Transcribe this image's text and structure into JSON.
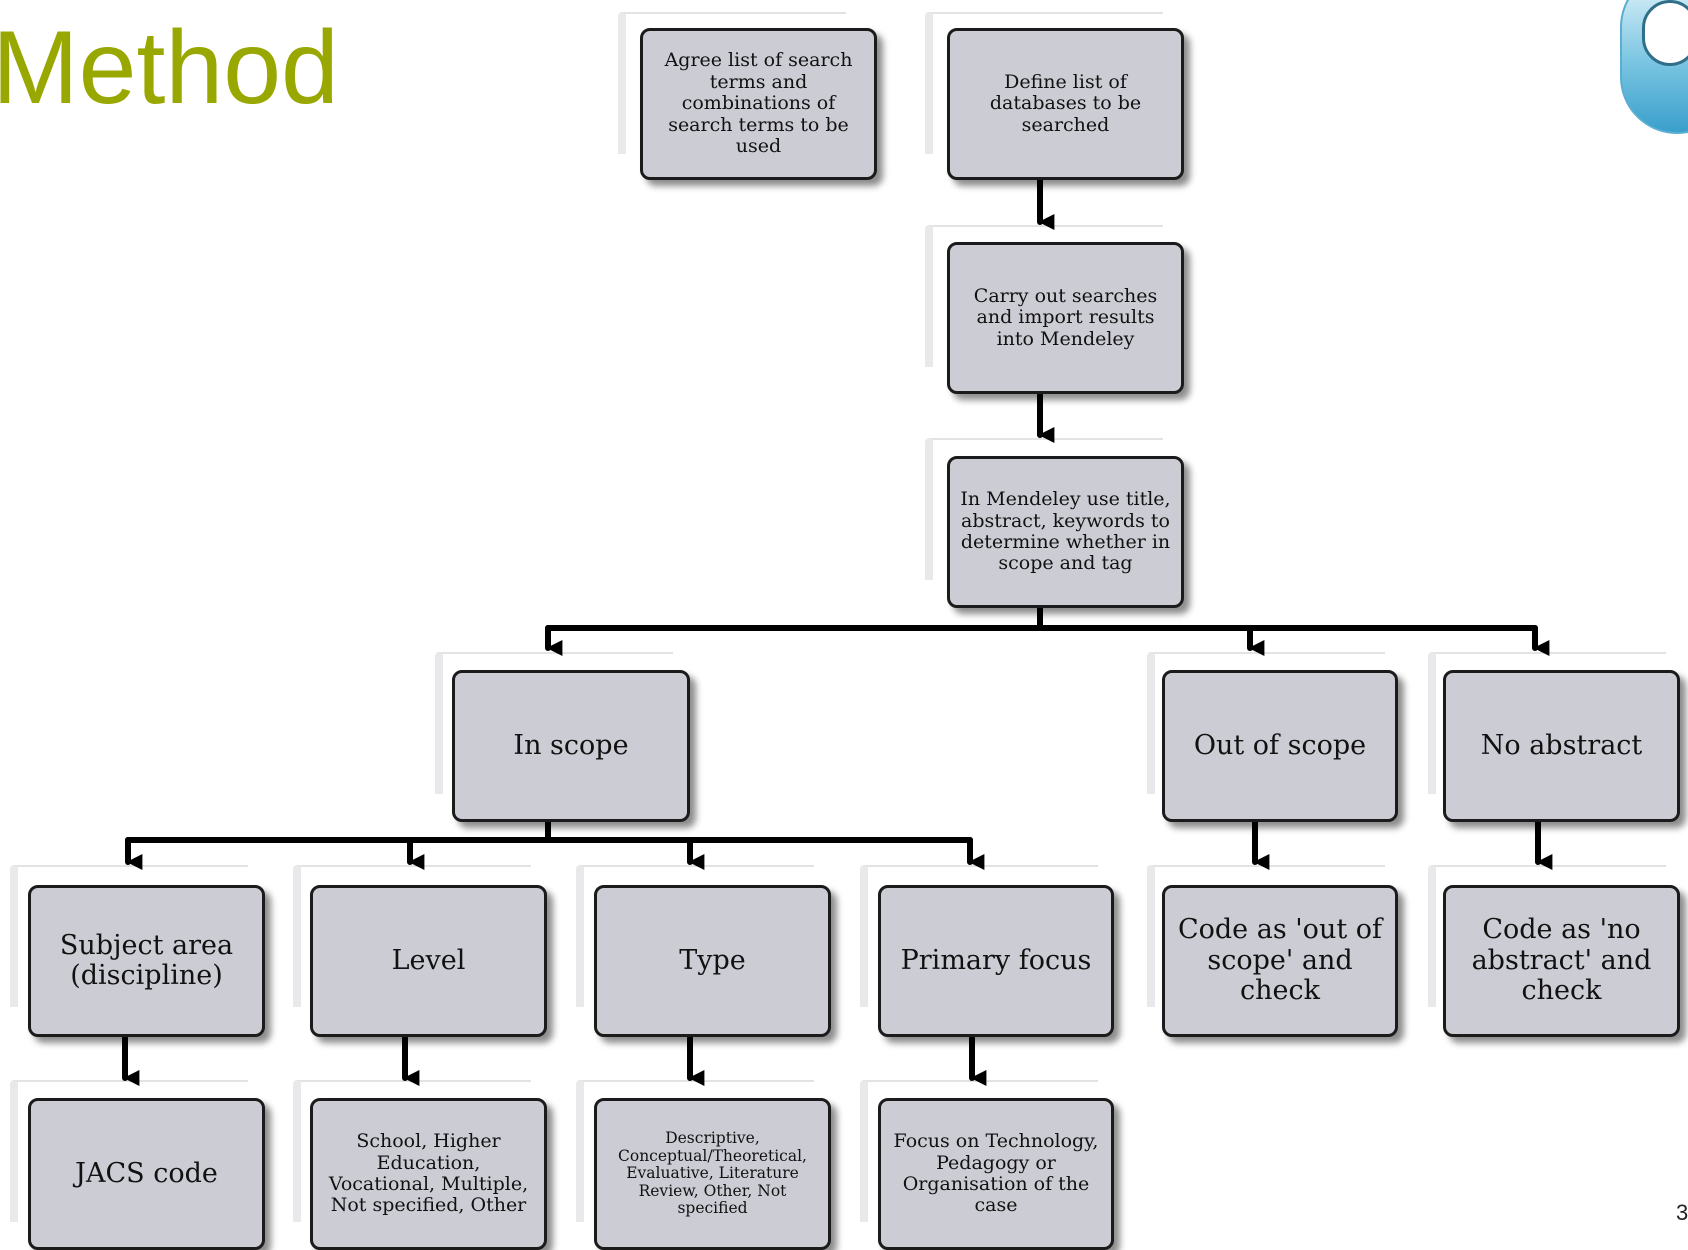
{
  "slide": {
    "title": "Method",
    "page_number": "3"
  },
  "nodes": {
    "agree_terms": "Agree list of search terms and combinations of search terms to be used",
    "define_databases": "Define list of databases to be searched",
    "carry_out_searches": "Carry out searches and import results into Mendeley",
    "mendeley_screen": "In Mendeley use title, abstract, keywords to determine whether in scope and tag",
    "in_scope": "In scope",
    "out_of_scope": "Out of  scope",
    "no_abstract": "No abstract",
    "subject_area": "Subject area (discipline)",
    "level": "Level",
    "type": "Type",
    "primary_focus": "Primary focus",
    "code_out_of_scope": "Code as 'out of scope' and check",
    "code_no_abstract": "Code  as 'no abstract' and check",
    "jacs_code": "JACS code",
    "level_values": "School, Higher Education, Vocational, Multiple, Not specified, Other",
    "type_values": "Descriptive, Conceptual/Theoretical, Evaluative, Literature Review, Other, Not specified",
    "focus_values": "Focus on Technology, Pedagogy or Organisation of the case"
  },
  "colors": {
    "title": "#99a800",
    "box_fill": "#ccccd5",
    "box_border": "#1b1b1b",
    "connector": "#000000"
  }
}
